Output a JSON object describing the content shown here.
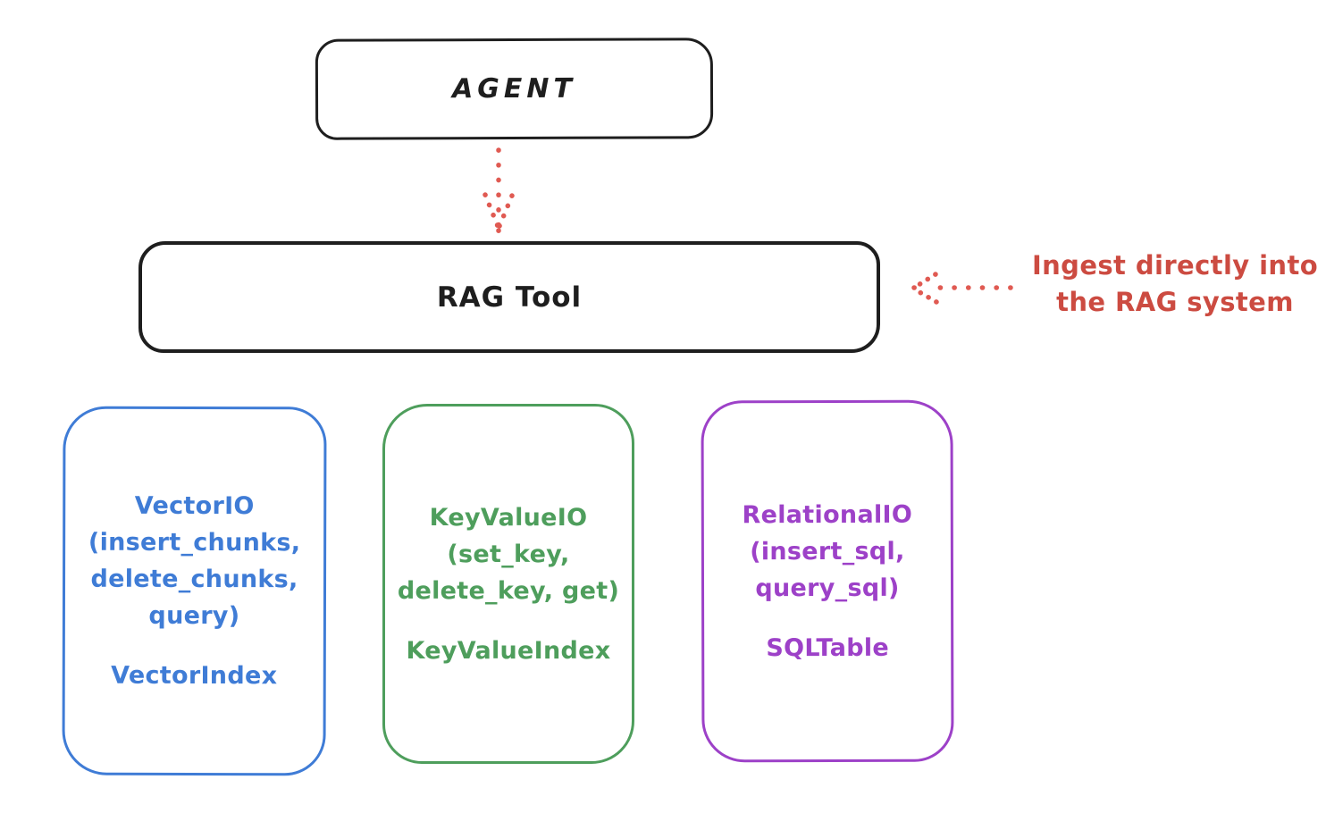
{
  "colors": {
    "ink": "#1e1e1e",
    "red_arrow": "#e05a52",
    "red_text": "#cc4b41",
    "blue": "#3f7cd6",
    "green": "#4e9e5c",
    "purple": "#9d41c8",
    "background": "#ffffff"
  },
  "agent_box": {
    "label": "AGENT"
  },
  "rag_tool_box": {
    "label": "RAG Tool"
  },
  "annotation": {
    "line1": "Ingest directly into",
    "line2": "the RAG system"
  },
  "arrows": {
    "agent_to_rag": {
      "style": "dotted",
      "direction": "down"
    },
    "ingest_to_rag": {
      "style": "dotted",
      "direction": "left"
    }
  },
  "storage_boxes": [
    {
      "id": "vector-io",
      "color": "#3f7cd6",
      "lines": [
        "VectorIO",
        "(insert_chunks,",
        "delete_chunks,",
        "query)"
      ],
      "index_label": "VectorIndex"
    },
    {
      "id": "key-value-io",
      "color": "#4e9e5c",
      "lines": [
        "KeyValueIO",
        "(set_key,",
        "delete_key, get)"
      ],
      "index_label": "KeyValueIndex"
    },
    {
      "id": "relational-io",
      "color": "#9d41c8",
      "lines": [
        "RelationalIO",
        "(insert_sql,",
        "query_sql)"
      ],
      "index_label": "SQLTable"
    }
  ]
}
